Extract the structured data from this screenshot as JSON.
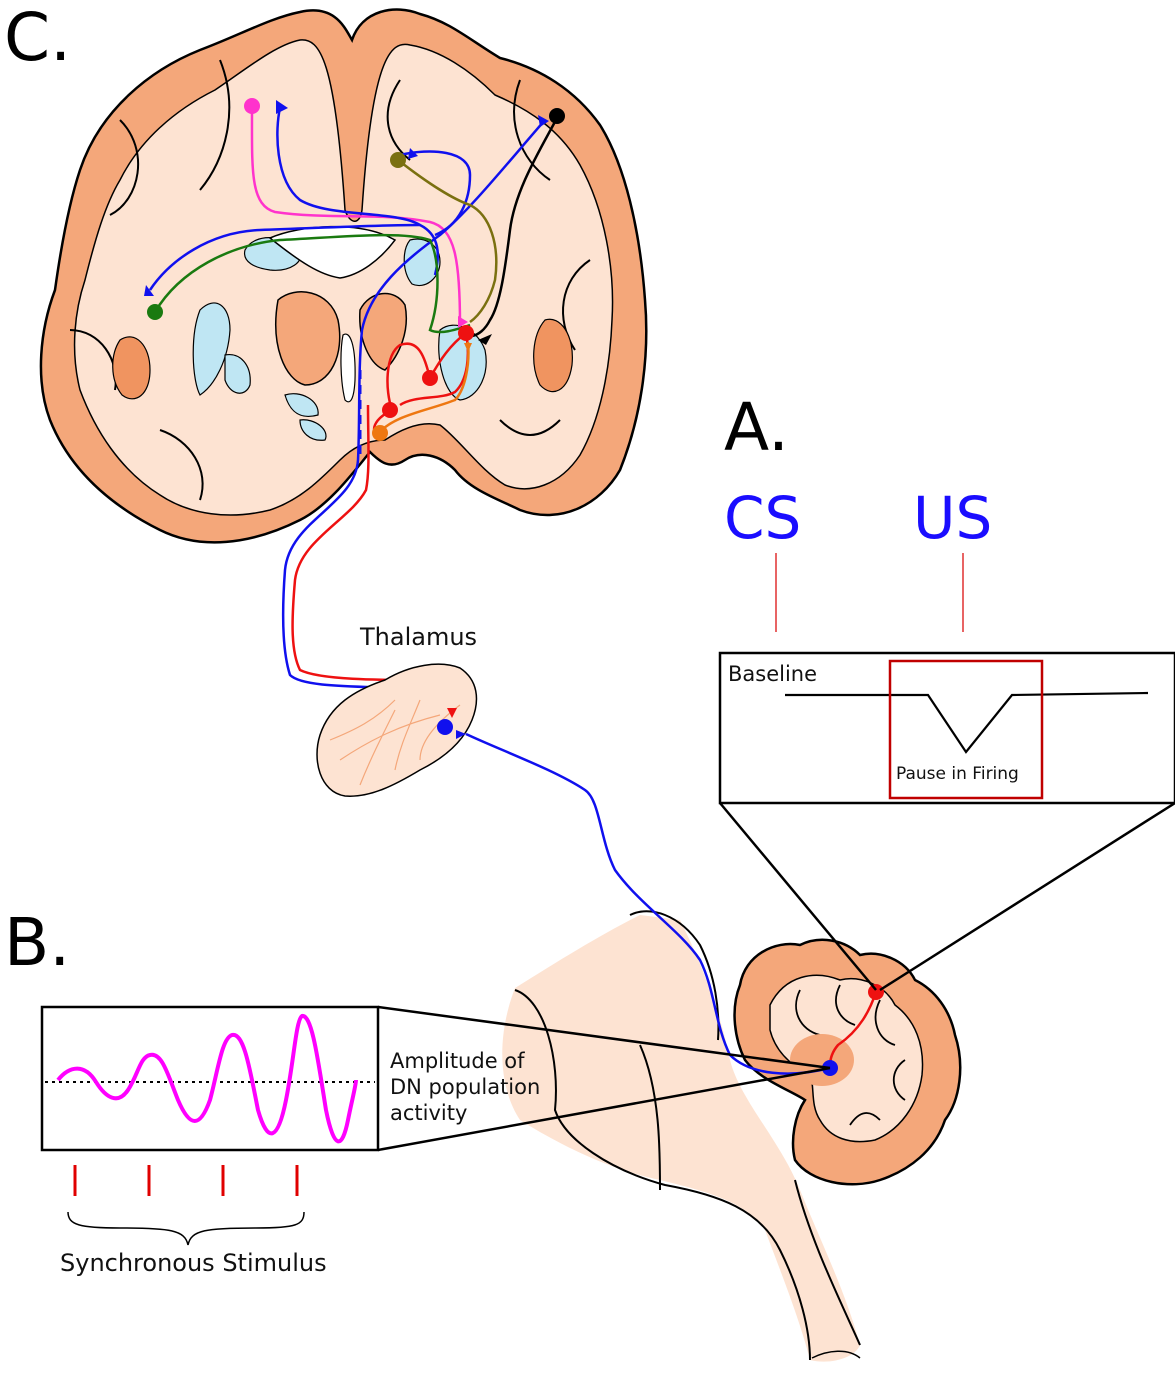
{
  "panel_labels": {
    "a": "A.",
    "b": "B.",
    "c": "C."
  },
  "panel_a": {
    "cs_label": "CS",
    "us_label": "US",
    "baseline_label": "Baseline",
    "pause_label": "Pause in Firing",
    "label_color": "#1a0dff",
    "tick_color": "#e03030",
    "box_color": "#c00000"
  },
  "panel_b": {
    "amplitude_label_lines": [
      "Amplitude of",
      "DN population",
      "activity"
    ],
    "stimulus_label": "Synchronous Stimulus",
    "wave_color": "#ff00ff",
    "stimulus_tick_color": "#e00000"
  },
  "thalamus_label": "Thalamus",
  "colors": {
    "cortex": "#f4a77a",
    "white_matter": "#fde3d2",
    "ventricle": "#bfe6f3",
    "blue_path": "#1010ee",
    "red_path": "#ee1111",
    "magenta_path": "#ff33cc",
    "green_path": "#1a7a10",
    "olive_path": "#7a7010",
    "orange_path": "#ee7711",
    "black_path": "#000000"
  }
}
